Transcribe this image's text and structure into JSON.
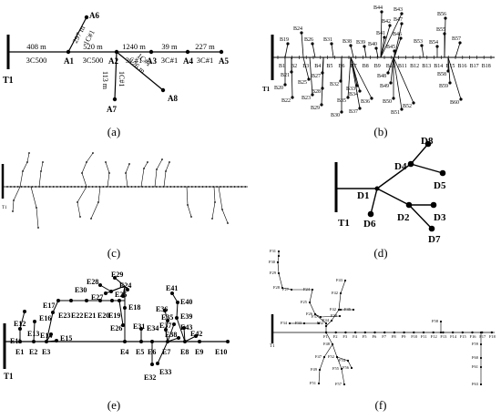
{
  "panels": {
    "a": {
      "caption": "(a)",
      "source": "T1",
      "nodes": [
        "A1",
        "A2",
        "A3",
        "A4",
        "A5",
        "A6",
        "A7",
        "A8"
      ],
      "segments": [
        {
          "from": "T1",
          "to": "A1",
          "length": "408 m",
          "cable": "3C500"
        },
        {
          "from": "A1",
          "to": "A2",
          "length": "520 m",
          "cable": "3C500"
        },
        {
          "from": "A2",
          "to": "A3",
          "length": "1240 m",
          "cable": "3C#1"
        },
        {
          "from": "A3",
          "to": "A4",
          "length": "39 m",
          "cable": "3C#1"
        },
        {
          "from": "A4",
          "to": "A5",
          "length": "227 m",
          "cable": "3C#1"
        },
        {
          "from": "A1",
          "to": "A6",
          "length": "297 m",
          "cable": "1C#1"
        },
        {
          "from": "A2",
          "to": "A7",
          "length": "113 m",
          "cable": "1C#1"
        },
        {
          "from": "A2",
          "to": "A8",
          "length": "126 m",
          "cable": "1C#1"
        }
      ]
    },
    "b": {
      "caption": "(b)",
      "source": "T1",
      "main": [
        "B1",
        "B2",
        "B3",
        "B4",
        "B5",
        "B6",
        "B7",
        "B8",
        "B9",
        "B10",
        "B11",
        "B12",
        "B13",
        "B14",
        "B15",
        "B16",
        "B17",
        "B18"
      ],
      "branches": [
        "B19",
        "B20",
        "B21",
        "B22",
        "B23",
        "B24",
        "B25",
        "B26",
        "B27",
        "B28",
        "B29",
        "B30",
        "B31",
        "B32",
        "B33",
        "B34",
        "B35",
        "B36",
        "B37",
        "B38",
        "B39",
        "B40",
        "B41",
        "B42",
        "B43",
        "B44",
        "B45",
        "B46",
        "B47",
        "B48",
        "B49",
        "B50",
        "B51",
        "B52",
        "B53",
        "B54",
        "B55",
        "B56",
        "B57",
        "B58",
        "B59",
        "B60"
      ]
    },
    "c": {
      "caption": "(c)",
      "source": "T1"
    },
    "d": {
      "caption": "(d)",
      "source": "T1",
      "nodes": [
        "D1",
        "D2",
        "D3",
        "D4",
        "D5",
        "D6",
        "D7",
        "D8"
      ]
    },
    "e": {
      "caption": "(e)",
      "source": "T1",
      "main": [
        "E1",
        "E2",
        "E3",
        "E4",
        "E5",
        "E6",
        "E7",
        "E8",
        "E9",
        "E10"
      ],
      "branches": [
        "E11",
        "E12",
        "E13",
        "E14",
        "E15",
        "E16",
        "E17",
        "E18",
        "E19",
        "E20",
        "E21",
        "E22",
        "E23",
        "E24",
        "E25",
        "E26",
        "E27",
        "E28",
        "E29",
        "E30",
        "E31",
        "E32",
        "E33",
        "E34",
        "E35",
        "E36",
        "E37",
        "E38",
        "E39",
        "E40",
        "E41",
        "E42",
        "E43"
      ]
    },
    "f": {
      "caption": "(f)",
      "source": "T1",
      "main": [
        "F1",
        "F2",
        "F3",
        "F4",
        "F5",
        "F6",
        "F7",
        "F8",
        "F9",
        "F10",
        "F11",
        "F12",
        "F13",
        "F14",
        "F15",
        "F16",
        "F17",
        "F18"
      ],
      "branches": [
        "F19",
        "F20",
        "F21",
        "F22",
        "F23",
        "F24",
        "F25",
        "F26",
        "F27",
        "F28",
        "F29",
        "F30",
        "F31",
        "F32",
        "F33",
        "F34",
        "F35",
        "F36",
        "F37",
        "F38",
        "F39",
        "F40",
        "F41",
        "F42",
        "F43",
        "F44",
        "F45",
        "F46",
        "F47",
        "F48",
        "F49",
        "F50",
        "F51",
        "F52",
        "F53",
        "F54",
        "F55",
        "F56",
        "F57",
        "F58",
        "F59",
        "F60",
        "F61",
        "F62",
        "F63"
      ]
    }
  }
}
